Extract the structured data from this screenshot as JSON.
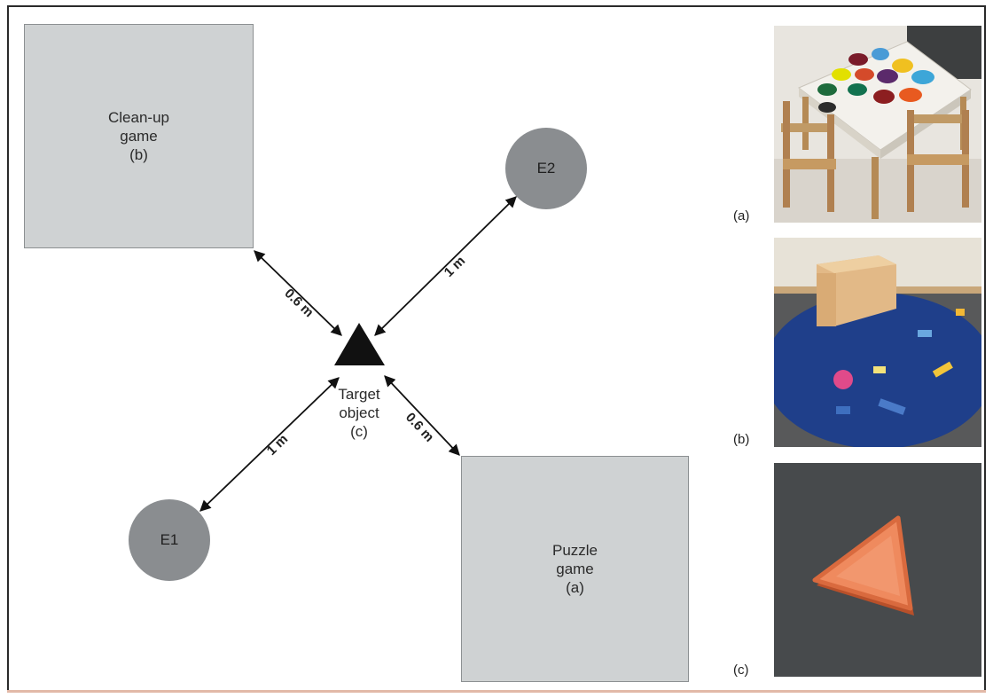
{
  "clean_up_box": {
    "line1": "Clean-up",
    "line2": "game",
    "line3": "(b)"
  },
  "puzzle_box": {
    "line1": "Puzzle",
    "line2": "game",
    "line3": "(a)"
  },
  "experimenters": {
    "e1": "E1",
    "e2": "E2"
  },
  "target": {
    "line1": "Target",
    "line2": "object",
    "line3": "(c)"
  },
  "distances": {
    "to_clean_up": "0.6 m",
    "to_e2": "1 m",
    "to_e1": "1 m",
    "to_puzzle": "0.6 m"
  },
  "photo_labels": {
    "a": "(a)",
    "b": "(b)",
    "c": "(c)"
  },
  "colors": {
    "box_fill": "#cfd2d3",
    "circle_fill": "#8a8d90",
    "target_fill": "#111111",
    "photo_c_bg": "#474a4c",
    "rug": "#1f3f8a"
  }
}
